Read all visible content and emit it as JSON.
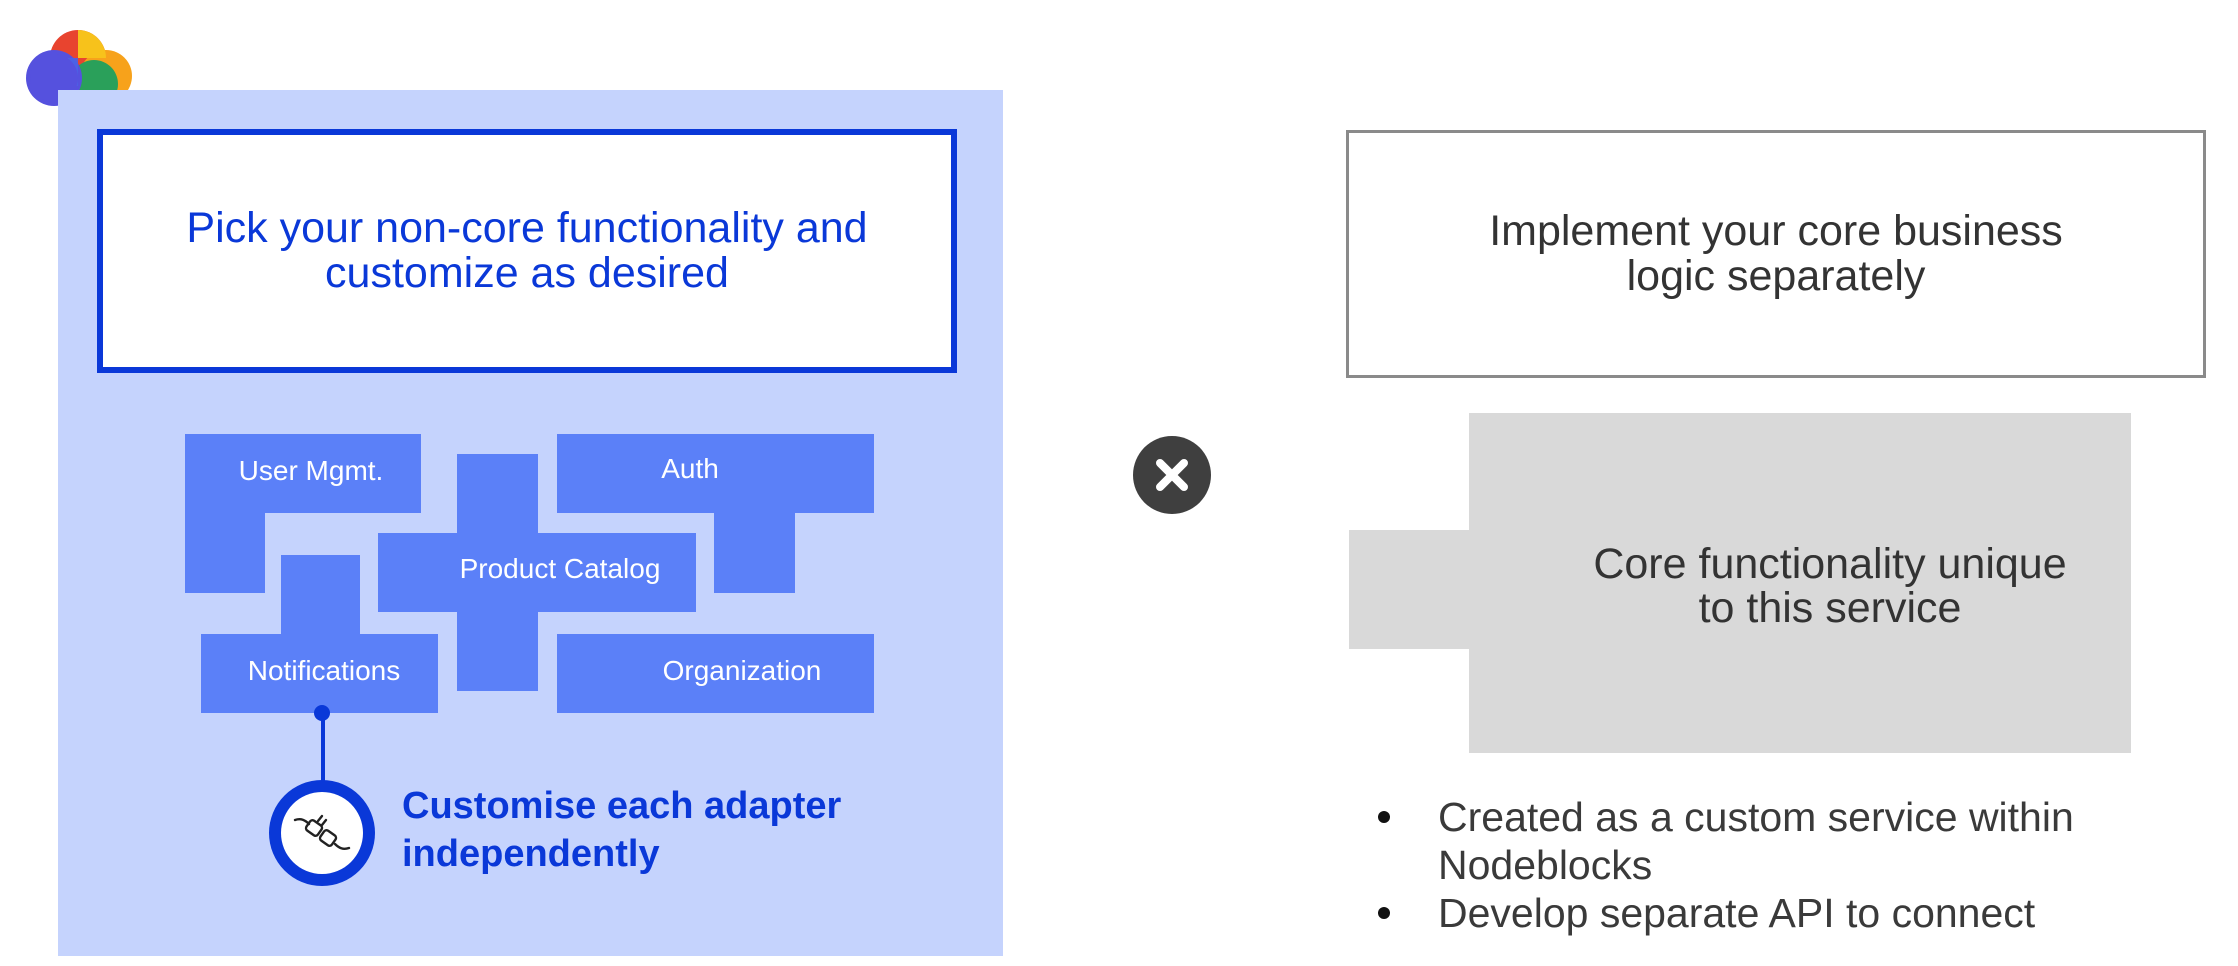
{
  "left": {
    "title": "Pick your non-core functionality and customize as desired",
    "adapters": {
      "user_mgmt": "User Mgmt.",
      "auth": "Auth",
      "product_catalog": "Product Catalog",
      "notifications": "Notifications",
      "organization": "Organization"
    },
    "adapter_caption": "Customise each adapter independently"
  },
  "right": {
    "title": "Implement your core business logic separately",
    "core_block": "Core functionality unique to this service",
    "bullets": [
      "Created as a custom service within Nodeblocks",
      "Develop separate API to connect"
    ]
  },
  "colors": {
    "accent_blue": "#0a38d8",
    "adapter_block": "#5b80f8",
    "panel_bg": "#c5d3fd",
    "core_block": "#d9d9d9",
    "text_dark": "#333333"
  }
}
